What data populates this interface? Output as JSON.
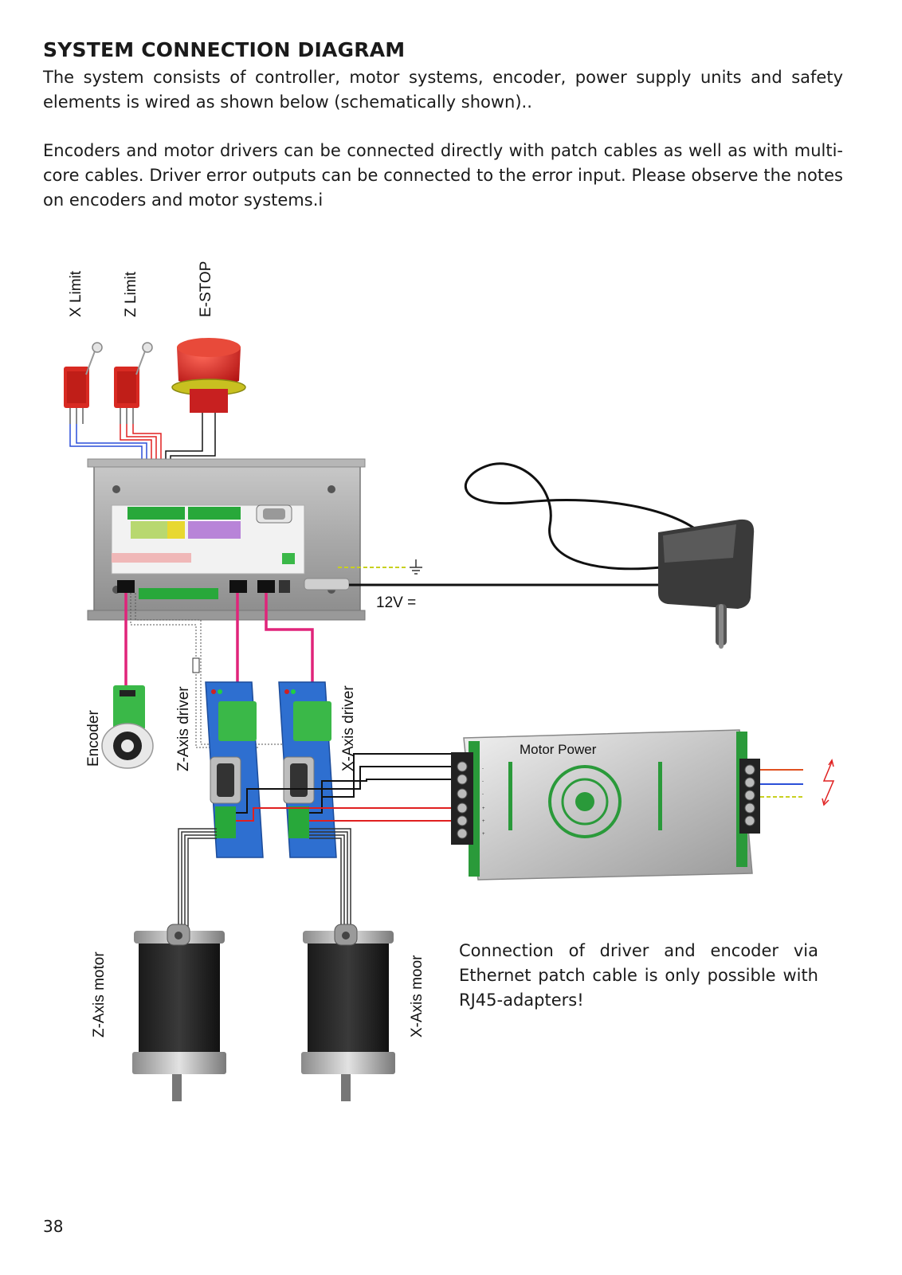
{
  "header": {
    "title": "SYSTEM CONNECTION DIAGRAM"
  },
  "intro": {
    "paragraph_1": "The system consists of controller, motor systems, encoder, power supply units and safety elements is wired as shown below (schematically shown)..",
    "paragraph_2": "Encoders and motor drivers can be connected directly with patch cables as well as with multi-core cables. Driver error outputs can be connected to the error input. Please observe the notes on encoders and motor systems.i"
  },
  "diagram": {
    "labels": {
      "x_limit": "X Limit",
      "z_limit": "Z Limit",
      "estop": "E-STOP",
      "supply_voltage": "12V =",
      "encoder": "Encoder",
      "z_axis_driver": "Z-Axis driver",
      "x_axis_driver": "X-Axis driver",
      "motor_power": "Motor Power",
      "z_axis_motor": "Z-Axis motor",
      "x_axis_motor": "X-Axis moor"
    },
    "terminal_polarity": [
      "-",
      "-",
      "-",
      "+",
      "+",
      "+"
    ],
    "wire_colors": {
      "patch_cable": "#e0247a",
      "blue_wire": "#2b4fd8",
      "red_wire": "#e02020",
      "black_wire": "#111111",
      "ground_wire": "#c8d020",
      "driver_body": "#2e6fd0",
      "estop_red": "#d42020"
    },
    "icons": [
      "limit-switch-icon",
      "emergency-stop-icon",
      "controller-board-icon",
      "power-adapter-icon",
      "encoder-icon",
      "stepper-driver-icon",
      "power-supply-icon",
      "stepper-motor-icon",
      "ground-icon",
      "mains-lightning-icon"
    ]
  },
  "note": {
    "text": "Connection of driver and encoder via Ethernet patch cable is only possible with RJ45-adapters!"
  },
  "footer": {
    "page_number": "38"
  }
}
